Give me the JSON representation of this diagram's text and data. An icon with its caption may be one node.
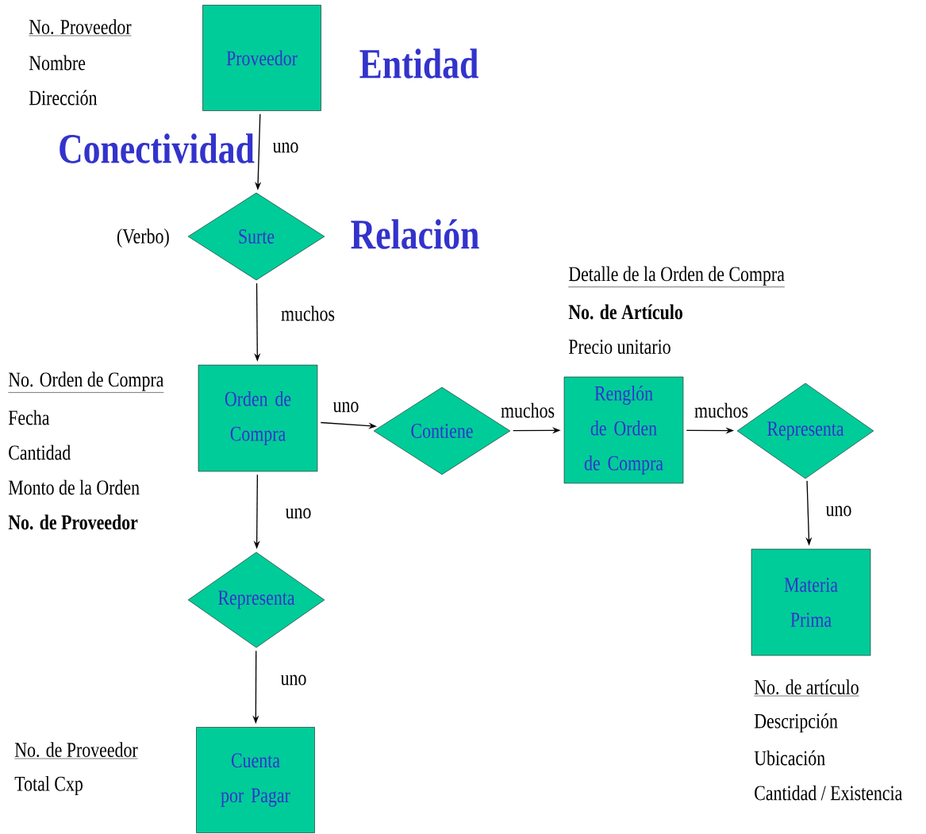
{
  "diagram": {
    "nodes": [
      {
        "text": [
          "Proveedor"
        ],
        "beside": [
          "No. Proveedor",
          "Nombre",
          "Dirección"
        ]
      },
      {
        "text": [
          "Surte"
        ],
        "beside": [
          "(Verbo)"
        ]
      },
      {
        "text": [
          "Orden de Compra"
        ],
        "beside": [
          "No. Orden de Compra",
          "Fecha",
          "Cantidad",
          "Monto de la Orden",
          "No. de Proveedor"
        ]
      },
      {
        "text": [
          "Contiene"
        ]
      },
      {
        "text": [
          "Renglón de Orden de Compra"
        ],
        "beside": [
          "Detalle de la Orden de Compra",
          "No. de Artículo",
          "Precio unitario"
        ]
      },
      {
        "text": [
          "Representa"
        ]
      },
      {
        "text": [
          "Materia Prima"
        ],
        "beside": [
          "No. de artículo",
          "Descripción",
          "Ubicación",
          "Cantidad / Existencia"
        ]
      },
      {
        "text": [
          "Representa"
        ]
      },
      {
        "text": [
          "Cuenta por Pagar"
        ],
        "beside": [
          "No. de Proveedor",
          "Total Cxp"
        ]
      }
    ],
    "edges": [
      {
        "from": 0,
        "to": 1,
        "arrow": "to",
        "label": "uno"
      },
      {
        "from": 1,
        "to": 2,
        "arrow": "to",
        "label": "muchos"
      },
      {
        "from": 2,
        "to": 3,
        "arrow": "to",
        "label": "uno"
      },
      {
        "from": 3,
        "to": 4,
        "arrow": "to",
        "label": "muchos"
      },
      {
        "from": 4,
        "to": 5,
        "arrow": "to",
        "label": "muchos"
      },
      {
        "from": 5,
        "to": 6,
        "arrow": "to",
        "label": "uno"
      },
      {
        "from": 2,
        "to": 7,
        "arrow": "to",
        "label": "uno"
      },
      {
        "from": 7,
        "to": 8,
        "arrow": "to",
        "label": "uno"
      }
    ],
    "labels": [
      "Entidad",
      "Conectividad",
      "Relación"
    ]
  }
}
